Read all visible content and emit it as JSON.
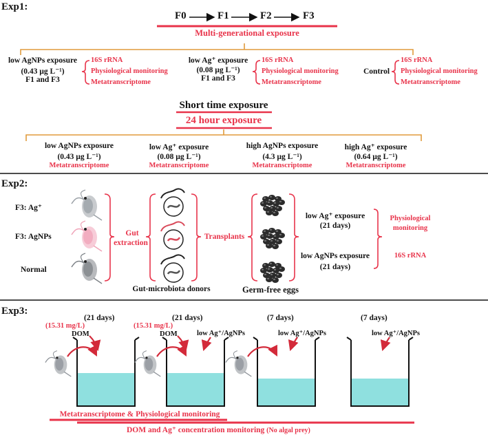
{
  "exp1": {
    "label": "Exp1:",
    "gen": [
      "F0",
      "F1",
      "F2",
      "F3"
    ],
    "multi": "Multi-generational exposure",
    "groups": [
      {
        "name": "low AgNPs exposure",
        "conc": "(0.43 µg L⁻¹)",
        "gens": "F1 and F3",
        "items": [
          "16S rRNA",
          "Physiological monitoring",
          "Metatranscriptome"
        ]
      },
      {
        "name": "low Ag⁺ exposure",
        "conc": "(0.08 µg L⁻¹)",
        "gens": "F1 and F3",
        "items": [
          "16S rRNA",
          "Physiological monitoring",
          "Metatranscriptome"
        ]
      },
      {
        "name": "Control",
        "items": [
          "16S rRNA",
          "Physiological monitoring",
          "Metatranscriptome"
        ]
      }
    ],
    "short": "Short time exposure",
    "hour": "24 hour exposure",
    "short_groups": [
      {
        "name": "low AgNPs exposure",
        "conc": "(0.43 µg L⁻¹)",
        "item": "Metatranscriptome"
      },
      {
        "name": "low Ag⁺ exposure",
        "conc": "(0.08 µg L⁻¹)",
        "item": "Metatranscriptome"
      },
      {
        "name": "high AgNPs exposure",
        "conc": "(4.3 µg L⁻¹)",
        "item": "Metatranscriptome"
      },
      {
        "name": "high Ag⁺ exposure",
        "conc": "(0.64 µg L⁻¹)",
        "item": "Metatranscriptome"
      }
    ]
  },
  "exp2": {
    "label": "Exp2:",
    "sources": [
      "F3: Ag⁺",
      "F3: AgNPs",
      "Normal"
    ],
    "gut": [
      "Gut",
      "extraction"
    ],
    "donors": "Gut-microbiota donors",
    "transplants": "Transplants",
    "eggs": "Germ-free eggs",
    "exposures": [
      {
        "name": "low Ag⁺ exposure",
        "days": "(21 days)"
      },
      {
        "name": "low AgNPs exposure",
        "days": "(21 days)"
      }
    ],
    "outputs": [
      "Physiological",
      "monitoring",
      "16S rRNA"
    ]
  },
  "exp3": {
    "label": "Exp3:",
    "days": [
      "(21 days)",
      "(21 days)",
      "(7 days)",
      "(7 days)"
    ],
    "dom_conc": "(15.31 mg/L)",
    "dom": "DOM",
    "ag": "low Ag⁺/AgNPs",
    "bar1": "Metatranscriptome & Physiological monitoring",
    "bar2a": "DOM and Ag⁺ concentration monitoring",
    "bar2b": "(No algal prey)"
  },
  "colors": {
    "accent": "#e8334a",
    "bracket": "#e09a3c",
    "water": "#8fe0df"
  }
}
